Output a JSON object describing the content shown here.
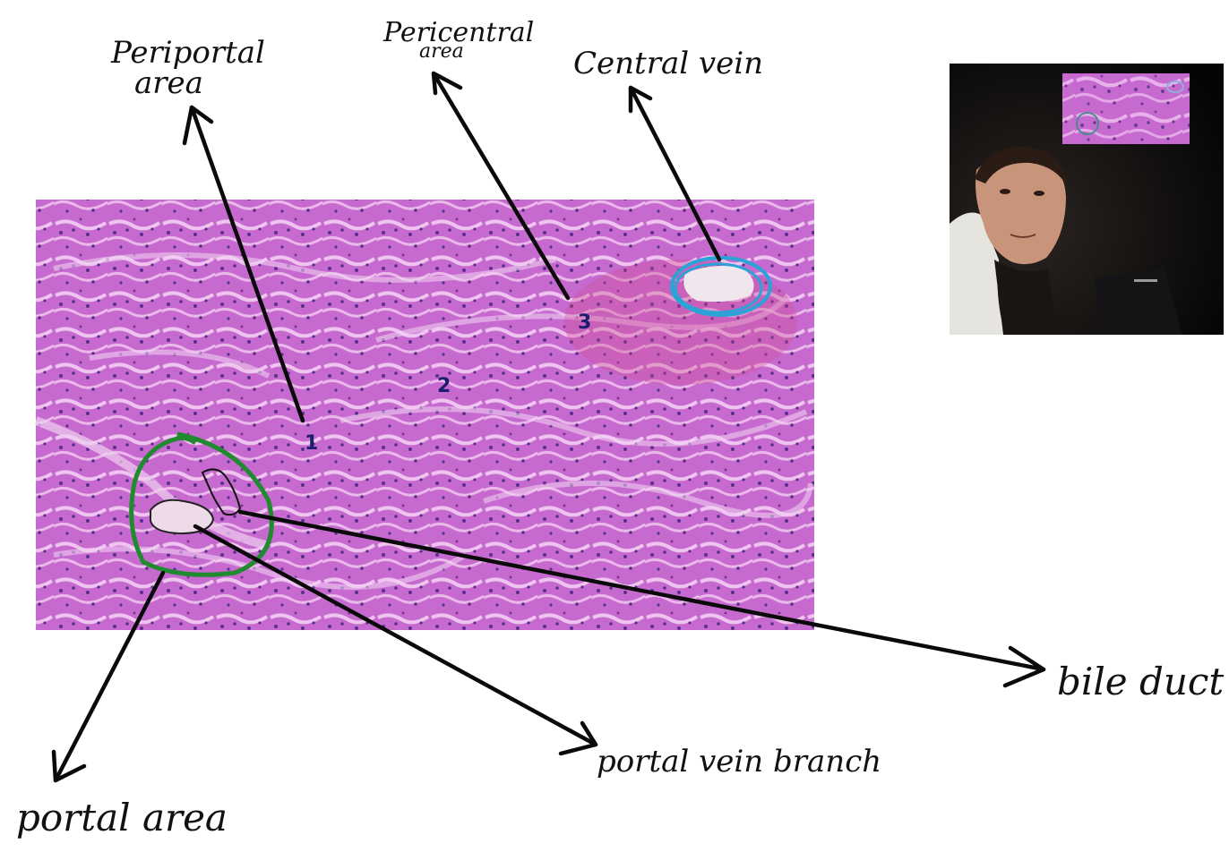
{
  "labels": {
    "periportal_line1": "Periportal",
    "periportal_line2": "area",
    "pericentral_line1": "Pericentral",
    "pericentral_line2": "area",
    "central_vein": "Central vein",
    "bile_duct": "bile duct",
    "portal_vein_branch": "portal vein branch",
    "portal_area": "portal area"
  },
  "zone_numbers": {
    "zone1": "1",
    "zone2": "2",
    "zone3": "3"
  },
  "colors": {
    "tissue": "#c45ec9",
    "tissue_light": "#e6a8e6",
    "nuclei": "#5a2f8a",
    "portal_outline": "#1f8a2e",
    "central_outline": "#2aa3d6",
    "arrow": "#0a0a0a",
    "photo_bg": "#0b0b0d"
  }
}
